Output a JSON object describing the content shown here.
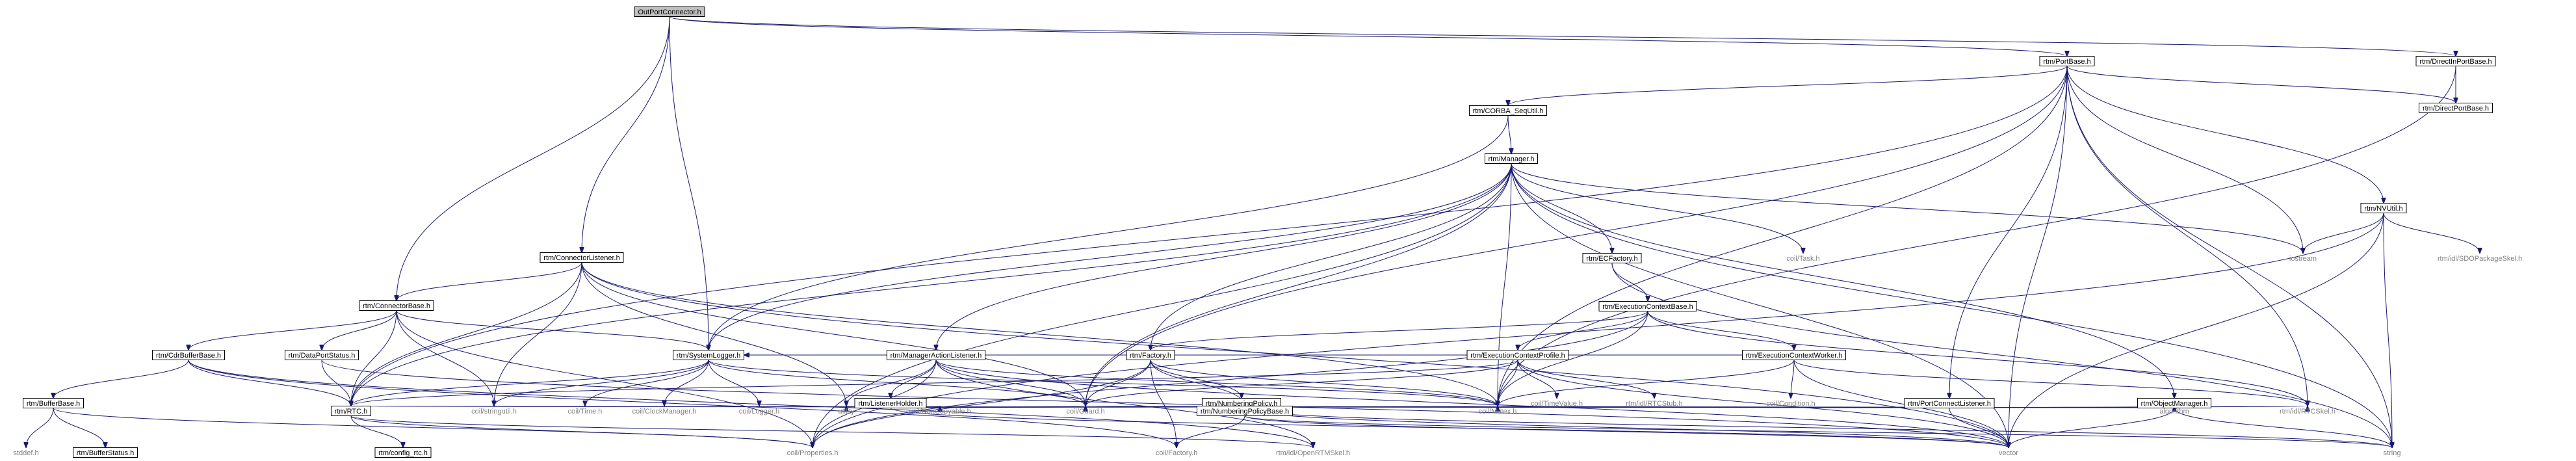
{
  "graph": {
    "root": "OutPortConnector.h",
    "nodes": [
      {
        "id": "OutPortConnector.h",
        "label": "OutPortConnector.h",
        "kind": "root"
      },
      {
        "id": "rtm/PortBase.h",
        "label": "rtm/PortBase.h",
        "kind": "file"
      },
      {
        "id": "rtm/DirectInPortBase.h",
        "label": "rtm/DirectInPortBase.h",
        "kind": "file"
      },
      {
        "id": "rtm/DirectPortBase.h",
        "label": "rtm/DirectPortBase.h",
        "kind": "file"
      },
      {
        "id": "rtm/CORBA_SeqUtil.h",
        "label": "rtm/CORBA_SeqUtil.h",
        "kind": "file"
      },
      {
        "id": "rtm/Manager.h",
        "label": "rtm/Manager.h",
        "kind": "file"
      },
      {
        "id": "rtm/NVUtil.h",
        "label": "rtm/NVUtil.h",
        "kind": "file"
      },
      {
        "id": "rtm/ConnectorListener.h",
        "label": "rtm/ConnectorListener.h",
        "kind": "file"
      },
      {
        "id": "rtm/ConnectorBase.h",
        "label": "rtm/ConnectorBase.h",
        "kind": "file"
      },
      {
        "id": "rtm/ECFactory.h",
        "label": "rtm/ECFactory.h",
        "kind": "file"
      },
      {
        "id": "coil/Task.h",
        "label": "coil/Task.h",
        "kind": "external"
      },
      {
        "id": "iostream",
        "label": "iostream",
        "kind": "external"
      },
      {
        "id": "rtm/idl/SDOPackageSkel.h",
        "label": "rtm/idl/SDOPackageSkel.h",
        "kind": "external"
      },
      {
        "id": "rtm/ExecutionContextBase.h",
        "label": "rtm/ExecutionContextBase.h",
        "kind": "file"
      },
      {
        "id": "rtm/ManagerActionListener.h",
        "label": "rtm/ManagerActionListener.h",
        "kind": "file"
      },
      {
        "id": "rtm/Factory.h",
        "label": "rtm/Factory.h",
        "kind": "file"
      },
      {
        "id": "rtm/ExecutionContextProfile.h",
        "label": "rtm/ExecutionContextProfile.h",
        "kind": "file"
      },
      {
        "id": "rtm/ExecutionContextWorker.h",
        "label": "rtm/ExecutionContextWorker.h",
        "kind": "file"
      },
      {
        "id": "rtm/CdrBufferBase.h",
        "label": "rtm/CdrBufferBase.h",
        "kind": "file"
      },
      {
        "id": "rtm/DataPortStatus.h",
        "label": "rtm/DataPortStatus.h",
        "kind": "file"
      },
      {
        "id": "rtm/SystemLogger.h",
        "label": "rtm/SystemLogger.h",
        "kind": "file"
      },
      {
        "id": "rtm/ListenerHolder.h",
        "label": "rtm/ListenerHolder.h",
        "kind": "file"
      },
      {
        "id": "rtm/NumberingPolicy.h",
        "label": "rtm/NumberingPolicy.h",
        "kind": "file"
      },
      {
        "id": "coil/TimeValue.h",
        "label": "coil/TimeValue.h",
        "kind": "external"
      },
      {
        "id": "rtm/idl/RTCStub.h",
        "label": "rtm/idl/RTCStub.h",
        "kind": "external"
      },
      {
        "id": "coil/Condition.h",
        "label": "coil/Condition.h",
        "kind": "external"
      },
      {
        "id": "rtm/PortConnectListener.h",
        "label": "rtm/PortConnectListener.h",
        "kind": "file"
      },
      {
        "id": "rtm/ObjectManager.h",
        "label": "rtm/ObjectManager.h",
        "kind": "file"
      },
      {
        "id": "rtm/BufferBase.h",
        "label": "rtm/BufferBase.h",
        "kind": "file"
      },
      {
        "id": "rtm/RTC.h",
        "label": "rtm/RTC.h",
        "kind": "file"
      },
      {
        "id": "coil/stringutil.h",
        "label": "coil/stringutil.h",
        "kind": "external"
      },
      {
        "id": "coil/Time.h",
        "label": "coil/Time.h",
        "kind": "external"
      },
      {
        "id": "coil/ClockManager.h",
        "label": "coil/ClockManager.h",
        "kind": "external"
      },
      {
        "id": "coil/Logger.h",
        "label": "coil/Logger.h",
        "kind": "external"
      },
      {
        "id": "utility",
        "label": "utility",
        "kind": "external"
      },
      {
        "id": "coil/NonCopyable.h",
        "label": "coil/NonCopyable.h",
        "kind": "external"
      },
      {
        "id": "coil/Guard.h",
        "label": "coil/Guard.h",
        "kind": "external"
      },
      {
        "id": "rtm/NumberingPolicyBase.h",
        "label": "rtm/NumberingPolicyBase.h",
        "kind": "file"
      },
      {
        "id": "coil/Mutex.h",
        "label": "coil/Mutex.h",
        "kind": "external"
      },
      {
        "id": "algorithm",
        "label": "algorithm",
        "kind": "external"
      },
      {
        "id": "rtm/idl/RTCSkel.h",
        "label": "rtm/idl/RTCSkel.h",
        "kind": "external"
      },
      {
        "id": "stddef.h",
        "label": "stddef.h",
        "kind": "external"
      },
      {
        "id": "rtm/BufferStatus.h",
        "label": "rtm/BufferStatus.h",
        "kind": "file"
      },
      {
        "id": "rtm/config_rtc.h",
        "label": "rtm/config_rtc.h",
        "kind": "file"
      },
      {
        "id": "coil/Properties.h",
        "label": "coil/Properties.h",
        "kind": "external"
      },
      {
        "id": "coil/Factory.h",
        "label": "coil/Factory.h",
        "kind": "external"
      },
      {
        "id": "rtm/idl/OpenRTMSkel.h",
        "label": "rtm/idl/OpenRTMSkel.h",
        "kind": "external"
      },
      {
        "id": "vector",
        "label": "vector",
        "kind": "external"
      },
      {
        "id": "string",
        "label": "string",
        "kind": "external"
      }
    ],
    "edges": [
      [
        "OutPortConnector.h",
        "rtm/PortBase.h"
      ],
      [
        "OutPortConnector.h",
        "rtm/DirectInPortBase.h"
      ],
      [
        "OutPortConnector.h",
        "rtm/ConnectorBase.h"
      ],
      [
        "OutPortConnector.h",
        "rtm/ConnectorListener.h"
      ],
      [
        "OutPortConnector.h",
        "rtm/SystemLogger.h"
      ],
      [
        "rtm/DirectInPortBase.h",
        "rtm/DirectPortBase.h"
      ],
      [
        "rtm/DirectInPortBase.h",
        "coil/Mutex.h"
      ],
      [
        "rtm/PortBase.h",
        "rtm/DirectPortBase.h"
      ],
      [
        "rtm/PortBase.h",
        "rtm/CORBA_SeqUtil.h"
      ],
      [
        "rtm/PortBase.h",
        "rtm/NVUtil.h"
      ],
      [
        "rtm/PortBase.h",
        "rtm/RTC.h"
      ],
      [
        "rtm/PortBase.h",
        "iostream"
      ],
      [
        "rtm/PortBase.h",
        "rtm/PortConnectListener.h"
      ],
      [
        "rtm/PortBase.h",
        "rtm/idl/RTCSkel.h"
      ],
      [
        "rtm/PortBase.h",
        "coil/Guard.h"
      ],
      [
        "rtm/PortBase.h",
        "string"
      ],
      [
        "rtm/PortBase.h",
        "vector"
      ],
      [
        "rtm/PortBase.h",
        "coil/Mutex.h"
      ],
      [
        "rtm/CORBA_SeqUtil.h",
        "rtm/Manager.h"
      ],
      [
        "rtm/CORBA_SeqUtil.h",
        "rtm/SystemLogger.h"
      ],
      [
        "rtm/Manager.h",
        "rtm/ECFactory.h"
      ],
      [
        "rtm/Manager.h",
        "coil/Task.h"
      ],
      [
        "rtm/Manager.h",
        "iostream"
      ],
      [
        "rtm/Manager.h",
        "rtm/ManagerActionListener.h"
      ],
      [
        "rtm/Manager.h",
        "rtm/Factory.h"
      ],
      [
        "rtm/Manager.h",
        "rtm/ObjectManager.h"
      ],
      [
        "rtm/Manager.h",
        "rtm/SystemLogger.h"
      ],
      [
        "rtm/Manager.h",
        "rtm/RTC.h"
      ],
      [
        "rtm/Manager.h",
        "coil/Guard.h"
      ],
      [
        "rtm/Manager.h",
        "coil/Mutex.h"
      ],
      [
        "rtm/Manager.h",
        "vector"
      ],
      [
        "rtm/Manager.h",
        "string"
      ],
      [
        "rtm/Manager.h",
        "coil/Properties.h"
      ],
      [
        "rtm/NVUtil.h",
        "iostream"
      ],
      [
        "rtm/NVUtil.h",
        "rtm/idl/SDOPackageSkel.h"
      ],
      [
        "rtm/NVUtil.h",
        "string"
      ],
      [
        "rtm/NVUtil.h",
        "vector"
      ],
      [
        "rtm/NVUtil.h",
        "coil/Properties.h"
      ],
      [
        "rtm/ECFactory.h",
        "rtm/ExecutionContextBase.h"
      ],
      [
        "rtm/ECFactory.h",
        "string"
      ],
      [
        "rtm/ExecutionContextBase.h",
        "rtm/Factory.h"
      ],
      [
        "rtm/ExecutionContextBase.h",
        "rtm/ExecutionContextProfile.h"
      ],
      [
        "rtm/ExecutionContextBase.h",
        "rtm/ExecutionContextWorker.h"
      ],
      [
        "rtm/ExecutionContextBase.h",
        "rtm/idl/RTCSkel.h"
      ],
      [
        "rtm/ExecutionContextBase.h",
        "coil/Mutex.h"
      ],
      [
        "rtm/ExecutionContextBase.h",
        "coil/Properties.h"
      ],
      [
        "rtm/ExecutionContextProfile.h",
        "coil/TimeValue.h"
      ],
      [
        "rtm/ExecutionContextProfile.h",
        "rtm/idl/RTCStub.h"
      ],
      [
        "rtm/ExecutionContextProfile.h",
        "rtm/SystemLogger.h"
      ],
      [
        "rtm/ExecutionContextProfile.h",
        "coil/Guard.h"
      ],
      [
        "rtm/ExecutionContextProfile.h",
        "coil/Mutex.h"
      ],
      [
        "rtm/ExecutionContextProfile.h",
        "vector"
      ],
      [
        "rtm/ExecutionContextProfile.h",
        "rtm/RTC.h"
      ],
      [
        "rtm/ExecutionContextWorker.h",
        "coil/Condition.h"
      ],
      [
        "rtm/ExecutionContextWorker.h",
        "rtm/SystemLogger.h"
      ],
      [
        "rtm/ExecutionContextWorker.h",
        "rtm/idl/RTCSkel.h"
      ],
      [
        "rtm/ExecutionContextWorker.h",
        "coil/Mutex.h"
      ],
      [
        "rtm/ExecutionContextWorker.h",
        "vector"
      ],
      [
        "rtm/ManagerActionListener.h",
        "rtm/ListenerHolder.h"
      ],
      [
        "rtm/ManagerActionListener.h",
        "rtm/SystemLogger.h"
      ],
      [
        "rtm/ManagerActionListener.h",
        "coil/Guard.h"
      ],
      [
        "rtm/ManagerActionListener.h",
        "coil/Mutex.h"
      ],
      [
        "rtm/ManagerActionListener.h",
        "utility"
      ],
      [
        "rtm/ManagerActionListener.h",
        "vector"
      ],
      [
        "rtm/ManagerActionListener.h",
        "rtm/idl/OpenRTMSkel.h"
      ],
      [
        "rtm/ManagerActionListener.h",
        "coil/Properties.h"
      ],
      [
        "rtm/Factory.h",
        "rtm/NumberingPolicy.h"
      ],
      [
        "rtm/Factory.h",
        "coil/Guard.h"
      ],
      [
        "rtm/Factory.h",
        "coil/Mutex.h"
      ],
      [
        "rtm/Factory.h",
        "coil/Factory.h"
      ],
      [
        "rtm/Factory.h",
        "coil/Properties.h"
      ],
      [
        "rtm/Factory.h",
        "rtm/NumberingPolicyBase.h"
      ],
      [
        "rtm/NumberingPolicy.h",
        "rtm/NumberingPolicyBase.h"
      ],
      [
        "rtm/NumberingPolicy.h",
        "vector"
      ],
      [
        "rtm/NumberingPolicy.h",
        "string"
      ],
      [
        "rtm/NumberingPolicyBase.h",
        "coil/Factory.h"
      ],
      [
        "rtm/NumberingPolicyBase.h",
        "vector"
      ],
      [
        "rtm/NumberingPolicyBase.h",
        "string"
      ],
      [
        "rtm/ListenerHolder.h",
        "coil/NonCopyable.h"
      ],
      [
        "rtm/ListenerHolder.h",
        "coil/Guard.h"
      ],
      [
        "rtm/ListenerHolder.h",
        "coil/Mutex.h"
      ],
      [
        "rtm/ListenerHolder.h",
        "utility"
      ],
      [
        "rtm/ListenerHolder.h",
        "vector"
      ],
      [
        "rtm/ConnectorListener.h",
        "rtm/ConnectorBase.h"
      ],
      [
        "rtm/ConnectorListener.h",
        "rtm/RTC.h"
      ],
      [
        "rtm/ConnectorListener.h",
        "coil/stringutil.h"
      ],
      [
        "rtm/ConnectorListener.h",
        "coil/Guard.h"
      ],
      [
        "rtm/ConnectorListener.h",
        "coil/Mutex.h"
      ],
      [
        "rtm/ConnectorListener.h",
        "utility"
      ],
      [
        "rtm/ConnectorListener.h",
        "vector"
      ],
      [
        "rtm/ConnectorBase.h",
        "rtm/CdrBufferBase.h"
      ],
      [
        "rtm/ConnectorBase.h",
        "rtm/DataPortStatus.h"
      ],
      [
        "rtm/ConnectorBase.h",
        "rtm/RTC.h"
      ],
      [
        "rtm/ConnectorBase.h",
        "rtm/SystemLogger.h"
      ],
      [
        "rtm/ConnectorBase.h",
        "coil/stringutil.h"
      ],
      [
        "rtm/ConnectorBase.h",
        "coil/Properties.h"
      ],
      [
        "rtm/CdrBufferBase.h",
        "rtm/BufferBase.h"
      ],
      [
        "rtm/CdrBufferBase.h",
        "rtm/RTC.h"
      ],
      [
        "rtm/CdrBufferBase.h",
        "coil/Factory.h"
      ],
      [
        "rtm/CdrBufferBase.h",
        "rtm/idl/OpenRTMSkel.h"
      ],
      [
        "rtm/DataPortStatus.h",
        "rtm/RTC.h"
      ],
      [
        "rtm/DataPortStatus.h",
        "vector"
      ],
      [
        "rtm/BufferBase.h",
        "stddef.h"
      ],
      [
        "rtm/BufferBase.h",
        "rtm/BufferStatus.h"
      ],
      [
        "rtm/BufferBase.h",
        "coil/Properties.h"
      ],
      [
        "rtm/SystemLogger.h",
        "rtm/RTC.h"
      ],
      [
        "rtm/SystemLogger.h",
        "coil/Time.h"
      ],
      [
        "rtm/SystemLogger.h",
        "coil/ClockManager.h"
      ],
      [
        "rtm/SystemLogger.h",
        "coil/Logger.h"
      ],
      [
        "rtm/SystemLogger.h",
        "coil/Guard.h"
      ],
      [
        "rtm/SystemLogger.h",
        "coil/stringutil.h"
      ],
      [
        "rtm/SystemLogger.h",
        "coil/Mutex.h"
      ],
      [
        "rtm/PortConnectListener.h",
        "rtm/RTC.h"
      ],
      [
        "rtm/PortConnectListener.h",
        "coil/Guard.h"
      ],
      [
        "rtm/PortConnectListener.h",
        "coil/Mutex.h"
      ],
      [
        "rtm/PortConnectListener.h",
        "vector"
      ],
      [
        "rtm/PortConnectListener.h",
        "rtm/idl/RTCSkel.h"
      ],
      [
        "rtm/ObjectManager.h",
        "algorithm"
      ],
      [
        "rtm/ObjectManager.h",
        "rtm/RTC.h"
      ],
      [
        "rtm/ObjectManager.h",
        "coil/Guard.h"
      ],
      [
        "rtm/ObjectManager.h",
        "coil/Mutex.h"
      ],
      [
        "rtm/ObjectManager.h",
        "vector"
      ],
      [
        "rtm/ObjectManager.h",
        "string"
      ],
      [
        "rtm/RTC.h",
        "rtm/config_rtc.h"
      ],
      [
        "rtm/RTC.h",
        "rtm/idl/OpenRTMSkel.h"
      ],
      [
        "rtm/RTC.h",
        "coil/Properties.h"
      ]
    ]
  }
}
